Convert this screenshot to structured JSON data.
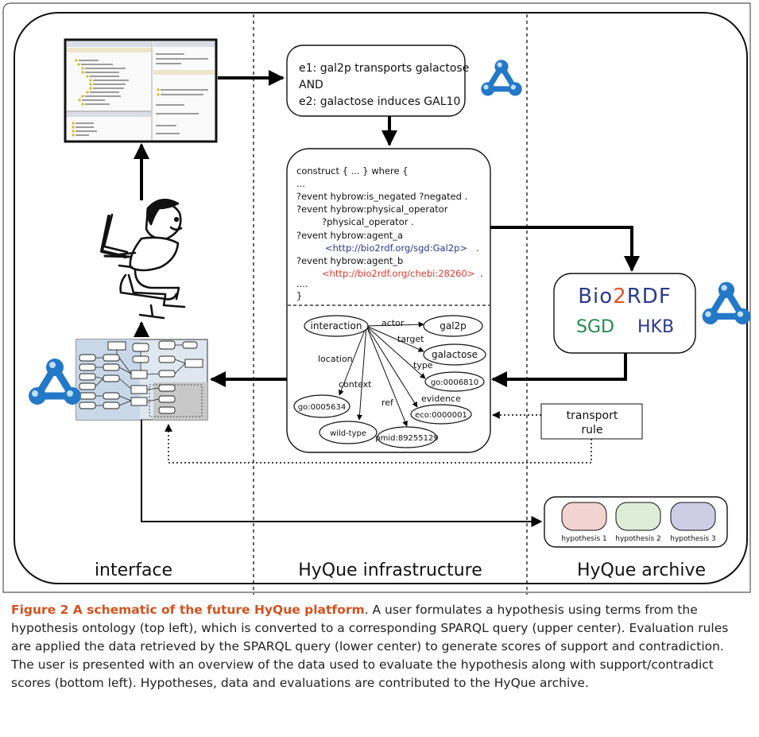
{
  "sections": {
    "interface": "interface",
    "infrastructure": "HyQue infrastructure",
    "archive": "HyQue archive"
  },
  "hypothesis": {
    "line1": "e1: gal2p transports galactose",
    "line2": "AND",
    "line3": "e2: galactose induces GAL10"
  },
  "sparql": {
    "lines": [
      "construct { ... } where {",
      "...",
      "?event hybrow:is_negated ?negated .",
      "?event hybrow:physical_operator",
      "?physical_operator .",
      "?event hybrow:agent_a",
      "<http://bio2rdf.org/sgd:Gal2p>",
      "?event hybrow:agent_b",
      "<http://bio2rdf.org/chebi:28260>",
      "....",
      "}"
    ],
    "trail_agent_a": ".",
    "trail_agent_b": ".",
    "uri_color_a": "#2b3a8f",
    "uri_color_b": "#e03a2a"
  },
  "graph": {
    "center": "interaction",
    "nodes": [
      "gal2p",
      "galactose",
      "go:0006810",
      "eco:0000001",
      "pmid:89255129",
      "wild-type",
      "go:0005634"
    ],
    "edges": [
      "actor",
      "target",
      "type",
      "evidence",
      "ref",
      "context",
      "location"
    ]
  },
  "bio2rdf": {
    "logo_pre": "Bio",
    "logo_mid": "2",
    "logo_post": "RDF",
    "sgd": "SGD",
    "hkb": "HKB",
    "sgd_color": "#1f8a4c",
    "hkb_color": "#2b3a8f"
  },
  "transport_rule": {
    "line1": "transport",
    "line2": "rule"
  },
  "archive": {
    "items": [
      {
        "label": "hypothesis 1",
        "color": "#f3d3cf"
      },
      {
        "label": "hypothesis 2",
        "color": "#dcedd8"
      },
      {
        "label": "hypothesis 3",
        "color": "#cfcde6"
      }
    ]
  },
  "caption": {
    "title": "Figure 2 A schematic of the future HyQue platform",
    "body": ". A user formulates a hypothesis using terms from the hypothesis ontology (top left), which is converted to a corresponding SPARQL query (upper center). Evaluation rules are applied the data retrieved by the SPARQL query (lower center) to generate scores of support and contradiction. The user is presented with an overview of the data used to evaluate the hypothesis along with support/contradict scores (bottom left). Hypotheses, data and evaluations are contributed to the HyQue archive."
  },
  "colors": {
    "sparql_icon": "#2478c8",
    "caption_title": "#d1531f"
  }
}
